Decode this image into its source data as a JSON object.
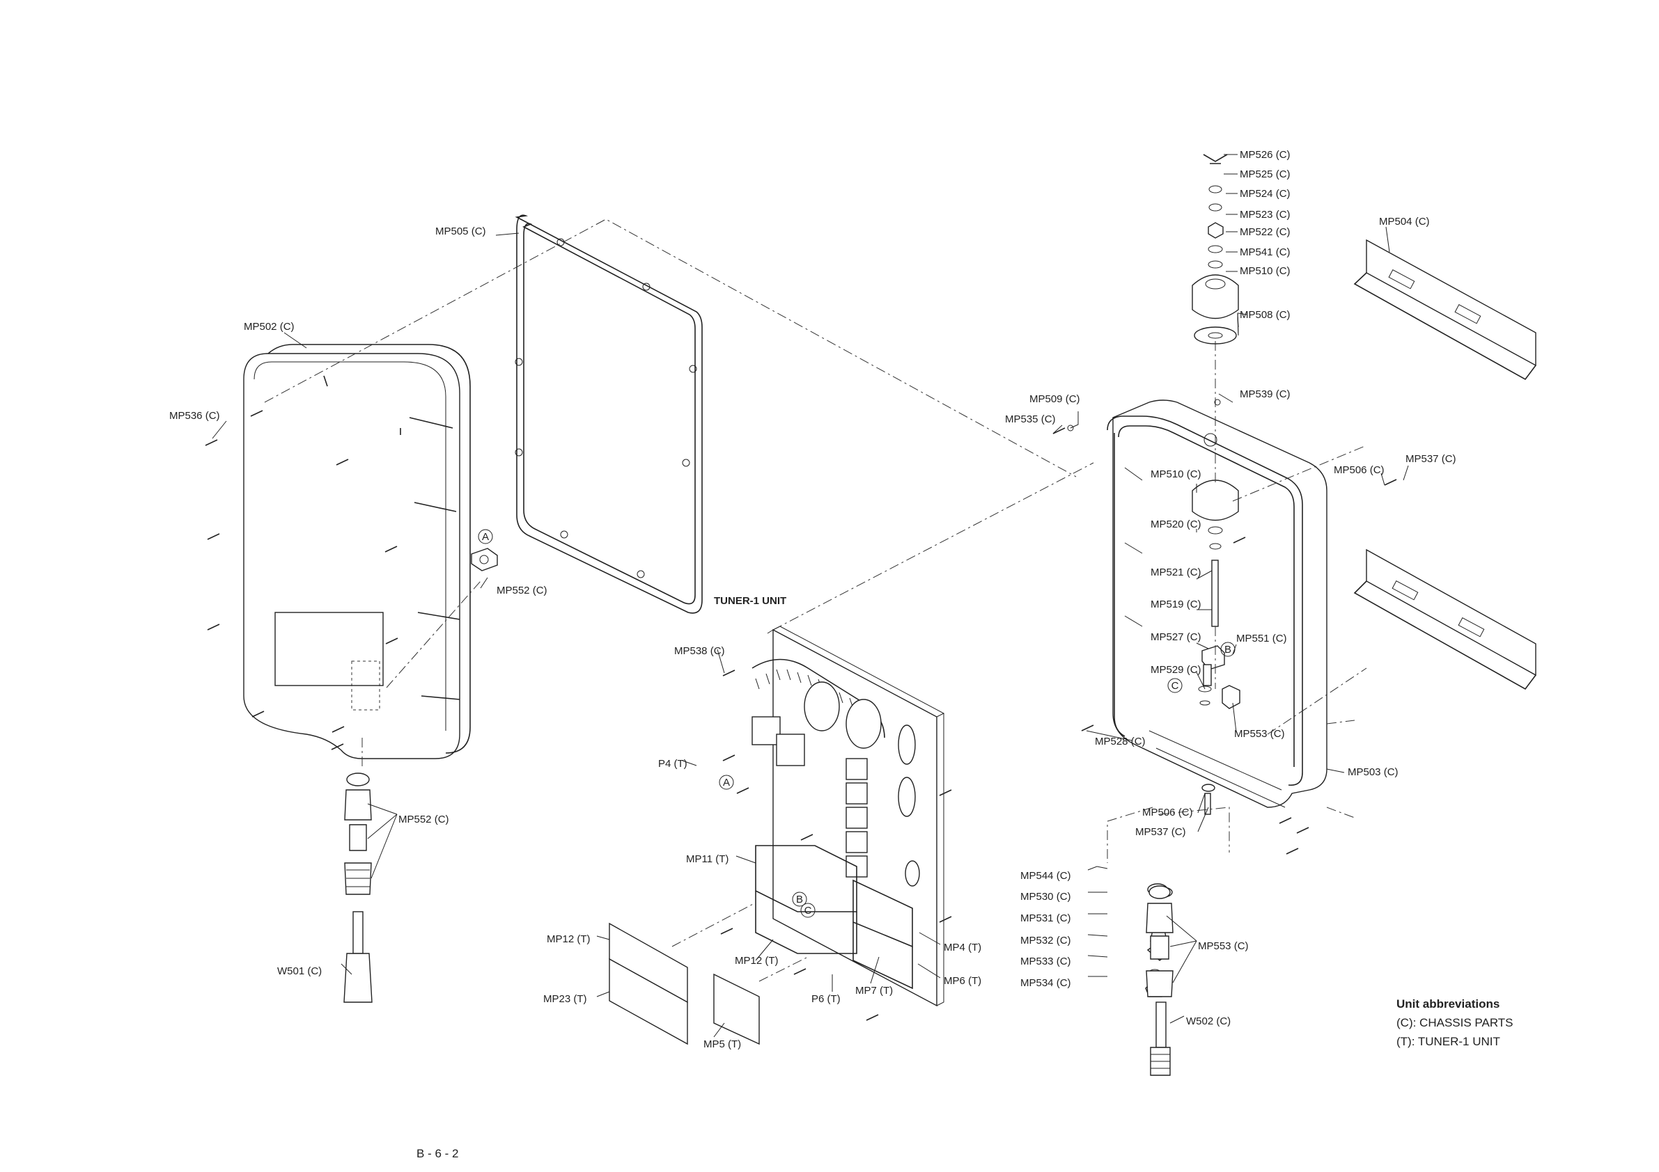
{
  "parts": {
    "mp526": "MP526 (C)",
    "mp525": "MP525 (C)",
    "mp524": "MP524 (C)",
    "mp523": "MP523 (C)",
    "mp522": "MP522 (C)",
    "mp541": "MP541 (C)",
    "mp510": "MP510 (C)",
    "mp508": "MP508 (C)",
    "mp504": "MP504 (C)",
    "mp505": "MP505 (C)",
    "mp502": "MP502 (C)",
    "mp536": "MP536 (C)",
    "mp539": "MP539 (C)",
    "mp509": "MP509 (C)",
    "mp535": "MP535 (C)",
    "mp537": "MP537 (C)",
    "mp506": "MP506 (C)",
    "mp510b": "MP510 (C)",
    "mp520": "MP520 (C)",
    "mp521": "MP521 (C)",
    "mp519": "MP519 (C)",
    "mp527": "MP527 (C)",
    "mp551": "MP551 (C)",
    "mp529": "MP529 (C)",
    "mp553": "MP553 (C)",
    "mp528": "MP528 (C)",
    "mp503": "MP503 (C)",
    "mp506b": "MP506 (C)",
    "mp537b": "MP537 (C)",
    "mp544": "MP544 (C)",
    "mp530": "MP530 (C)",
    "mp531": "MP531 (C)",
    "mp532": "MP532 (C)",
    "mp533": "MP533 (C)",
    "mp534": "MP534 (C)",
    "mp553b": "MP553 (C)",
    "w502": "W502 (C)",
    "mp552": "MP552 (C)",
    "mp552b": "MP552 (C)",
    "w501": "W501 (C)",
    "tuner": "TUNER-1 UNIT",
    "mp538": "MP538 (C)",
    "p4": "P4 (T)",
    "mp11": "MP11 (T)",
    "mp12a": "MP12 (T)",
    "mp12b": "MP12 (T)",
    "mp23": "MP23 (T)",
    "mp5": "MP5 (T)",
    "p6": "P6 (T)",
    "mp7": "MP7 (T)",
    "mp6": "MP6 (T)",
    "mp4": "MP4 (T)"
  },
  "callouts": {
    "a": "A",
    "b": "B",
    "c": "C"
  },
  "legend": {
    "title": "Unit abbreviations",
    "items": [
      "(C): CHASSIS PARTS",
      "(T): TUNER-1 UNIT"
    ]
  },
  "footer": {
    "page": "B - 6 - 2"
  }
}
